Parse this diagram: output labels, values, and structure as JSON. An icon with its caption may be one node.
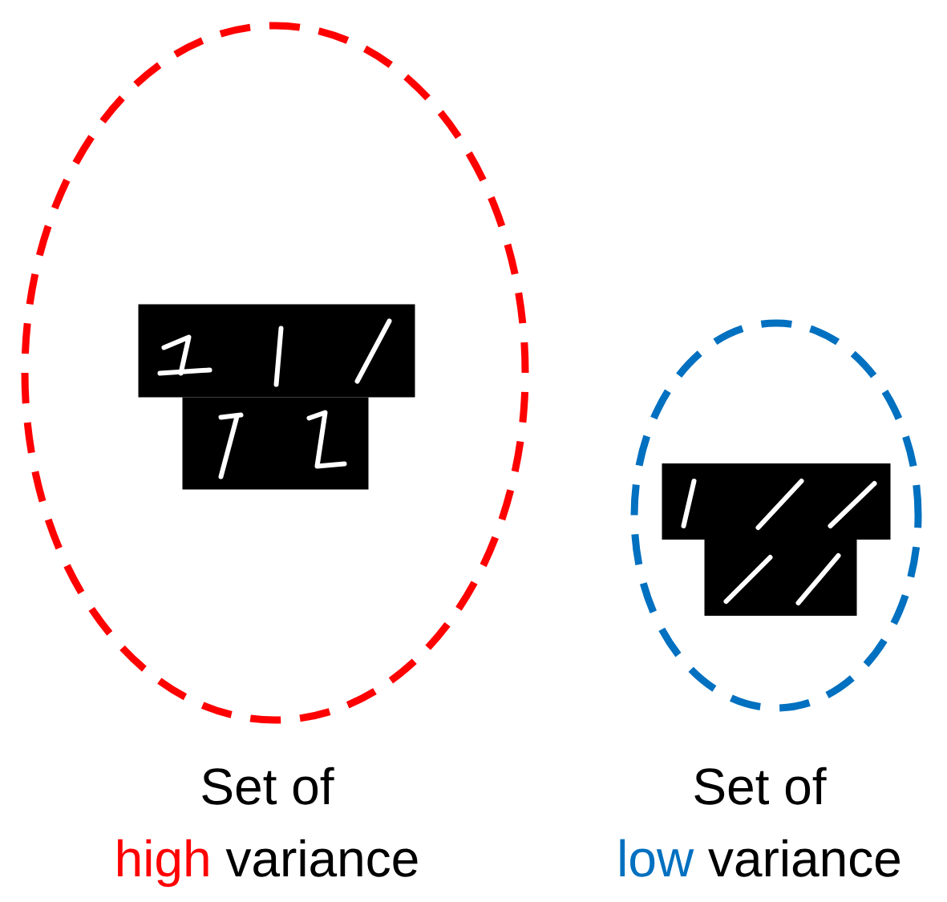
{
  "diagram": {
    "nodes": [
      {
        "text": [],
        "shape": "ellipse"
      },
      {
        "text": [],
        "shape": "picture",
        "in": 0
      },
      {
        "text": [],
        "shape": "ellipse"
      },
      {
        "text": [],
        "shape": "picture",
        "in": 2
      }
    ],
    "edges": [],
    "labels": [
      "Set of",
      "high",
      "variance",
      "Set of",
      "low",
      "variance"
    ]
  }
}
